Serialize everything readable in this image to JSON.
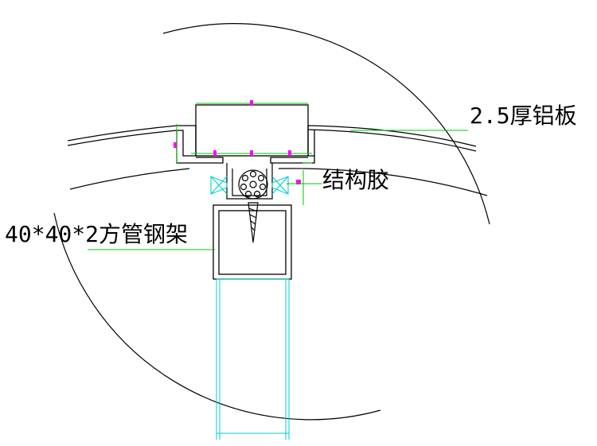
{
  "labels": {
    "aluminum_panel": "2.5厚铝板",
    "structural_adhesive": "结构胶",
    "steel_frame": "40*40*2方管钢架"
  },
  "colors": {
    "background": "#ffffff",
    "outline": "#000000",
    "leader": "#00c800",
    "dimension": "#00c800",
    "hidden": "#00d0d0",
    "marker": "#ff00ff"
  }
}
